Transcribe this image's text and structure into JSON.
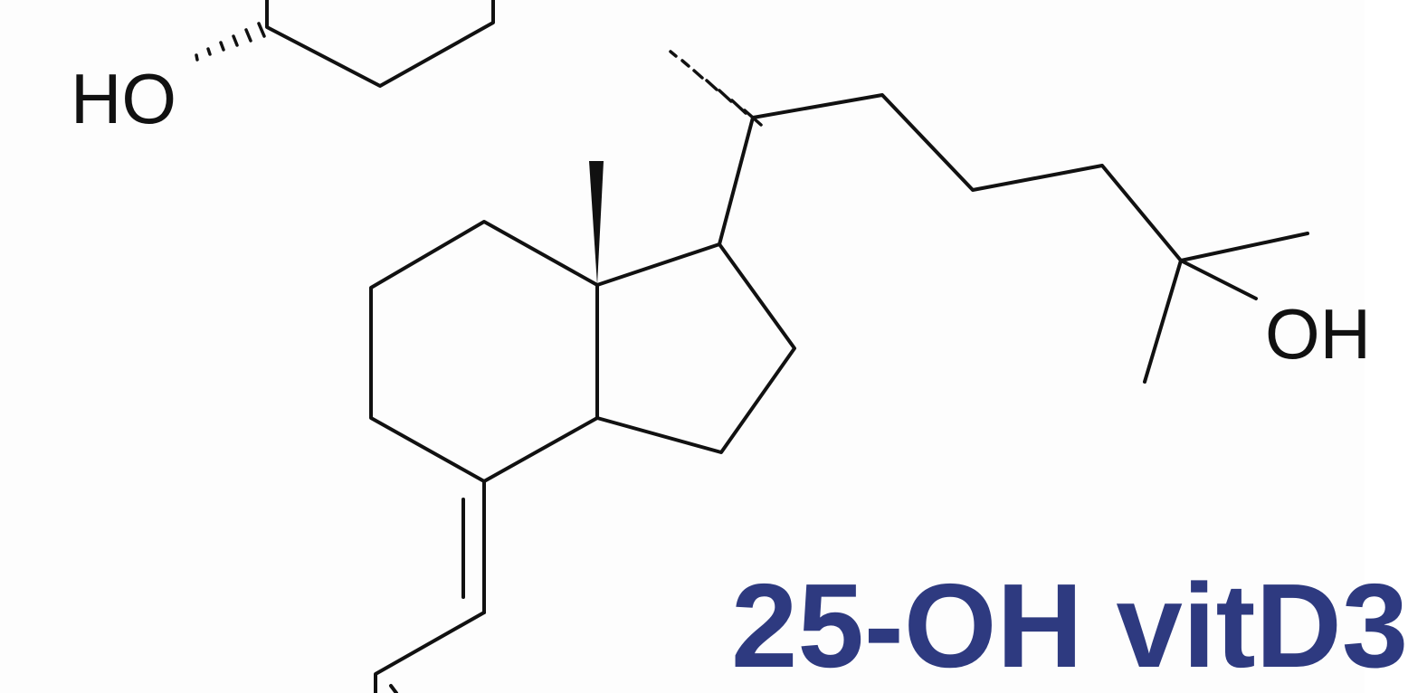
{
  "molecule": {
    "hydroxyl_left": "HO",
    "hydroxyl_right": "OH",
    "caption": "25-OH vitD3",
    "caption_color": "#2e3a80",
    "bond_color": "#111111"
  }
}
